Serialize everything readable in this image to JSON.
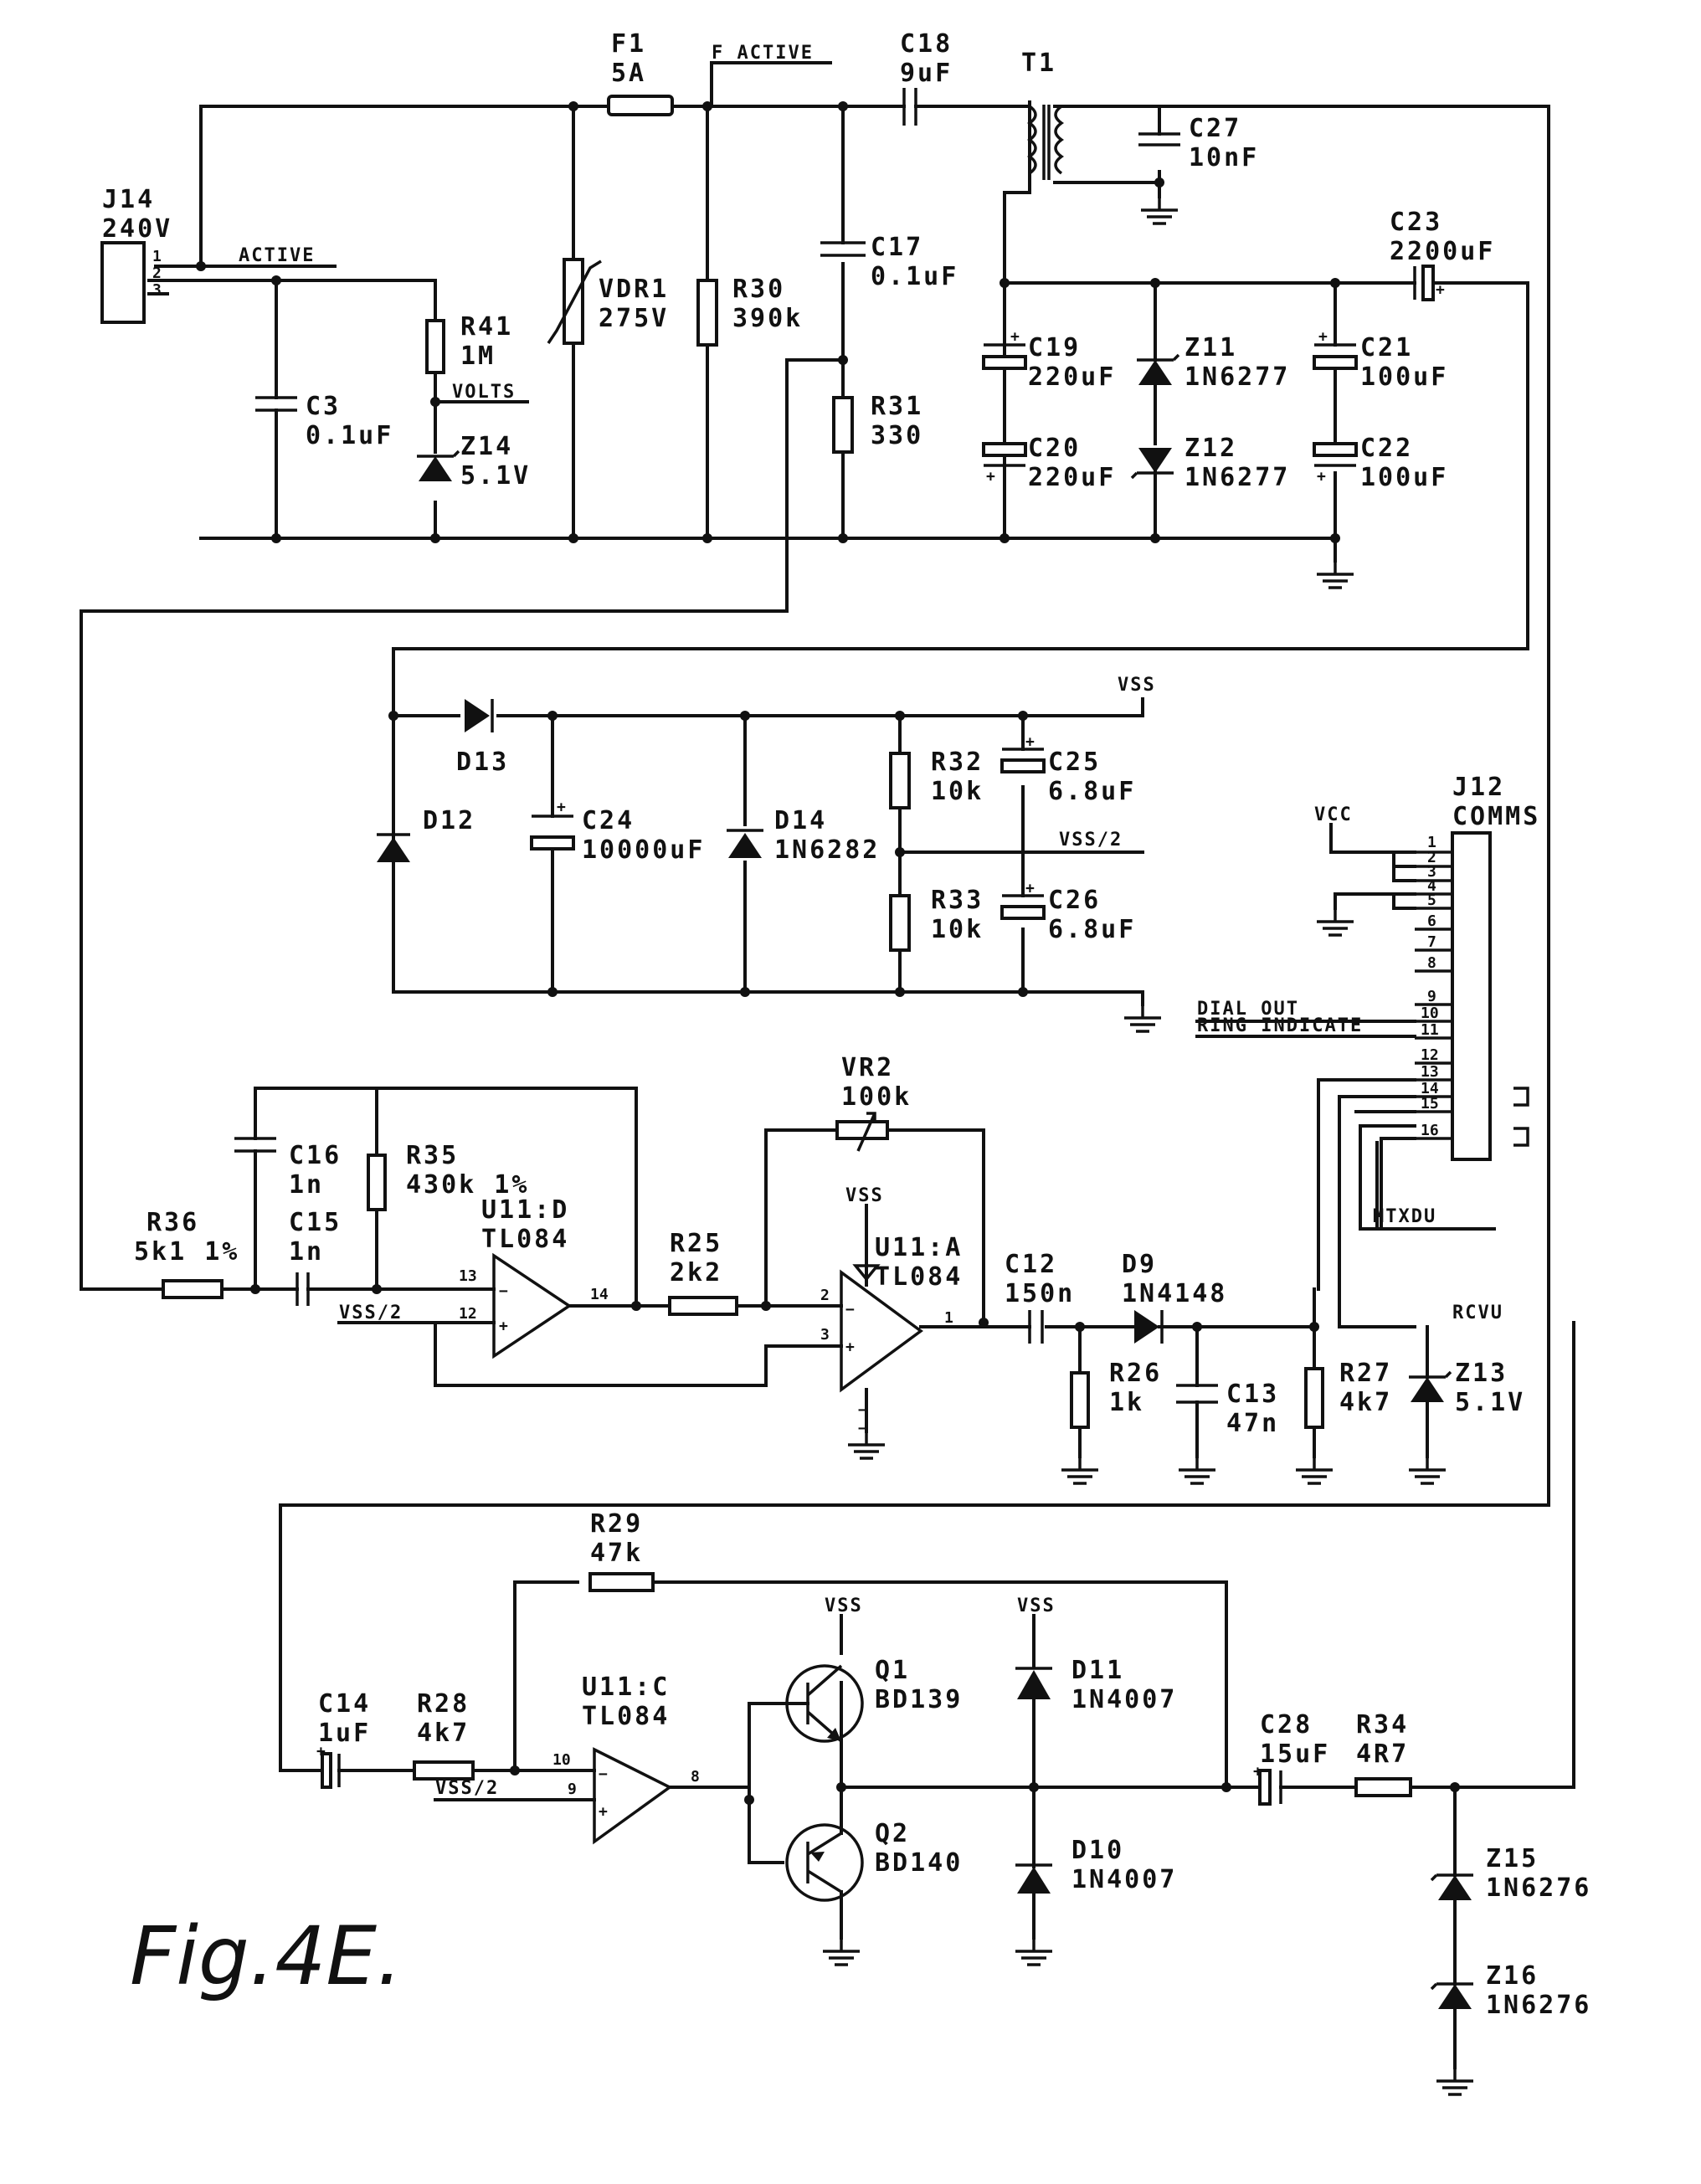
{
  "figure_caption": "Fig.4E.",
  "nets": {
    "active": "ACTIVE",
    "f_active": "F ACTIVE",
    "volts": "VOLTS",
    "vss": "VSS",
    "vss_half": "VSS/2",
    "vcc": "VCC",
    "dial_out": "DIAL OUT",
    "ring_indicate": "RING INDICATE",
    "mtxdu": "MTXDU",
    "rcvu": "RCVU"
  },
  "components": {
    "j14": {
      "ref": "J14",
      "value": "240V",
      "pins": [
        "1",
        "2",
        "3"
      ]
    },
    "f1": {
      "ref": "F1",
      "value": "5A"
    },
    "c18": {
      "ref": "C18",
      "value": "9uF"
    },
    "t1": {
      "ref": "T1"
    },
    "c27": {
      "ref": "C27",
      "value": "10nF"
    },
    "c23": {
      "ref": "C23",
      "value": "2200uF"
    },
    "r41": {
      "ref": "R41",
      "value": "1M"
    },
    "vdr1": {
      "ref": "VDR1",
      "value": "275V"
    },
    "r30": {
      "ref": "R30",
      "value": "390k"
    },
    "c17": {
      "ref": "C17",
      "value": "0.1uF"
    },
    "c3": {
      "ref": "C3",
      "value": "0.1uF"
    },
    "z14": {
      "ref": "Z14",
      "value": "5.1V"
    },
    "r31": {
      "ref": "R31",
      "value": "330"
    },
    "c19": {
      "ref": "C19",
      "value": "220uF"
    },
    "c20": {
      "ref": "C20",
      "value": "220uF"
    },
    "z11": {
      "ref": "Z11",
      "value": "1N6277"
    },
    "z12": {
      "ref": "Z12",
      "value": "1N6277"
    },
    "c21": {
      "ref": "C21",
      "value": "100uF"
    },
    "c22": {
      "ref": "C22",
      "value": "100uF"
    },
    "d13": {
      "ref": "D13"
    },
    "d12": {
      "ref": "D12"
    },
    "c24": {
      "ref": "C24",
      "value": "10000uF"
    },
    "d14": {
      "ref": "D14",
      "value": "1N6282"
    },
    "r32": {
      "ref": "R32",
      "value": "10k"
    },
    "r33": {
      "ref": "R33",
      "value": "10k"
    },
    "c25": {
      "ref": "C25",
      "value": "6.8uF"
    },
    "c26": {
      "ref": "C26",
      "value": "6.8uF"
    },
    "j12": {
      "ref": "J12",
      "value": "COMMS",
      "pins": [
        "1",
        "2",
        "3",
        "4",
        "5",
        "6",
        "7",
        "8",
        "9",
        "10",
        "11",
        "12",
        "13",
        "14",
        "15",
        "16"
      ]
    },
    "c16": {
      "ref": "C16",
      "value": "1n"
    },
    "r35": {
      "ref": "R35",
      "value": "430k 1%"
    },
    "u11d": {
      "ref": "U11:D",
      "value": "TL084",
      "pins": [
        "13",
        "12",
        "14"
      ]
    },
    "r36": {
      "ref": "R36",
      "value": "5k1 1%"
    },
    "c15": {
      "ref": "C15",
      "value": "1n"
    },
    "vr2": {
      "ref": "VR2",
      "value": "100k"
    },
    "r25": {
      "ref": "R25",
      "value": "2k2"
    },
    "u11a": {
      "ref": "U11:A",
      "value": "TL084",
      "pins": [
        "2",
        "3",
        "1"
      ]
    },
    "c12": {
      "ref": "C12",
      "value": "150n"
    },
    "d9": {
      "ref": "D9",
      "value": "1N4148"
    },
    "r26": {
      "ref": "R26",
      "value": "1k"
    },
    "c13": {
      "ref": "C13",
      "value": "47n"
    },
    "r27": {
      "ref": "R27",
      "value": "4k7"
    },
    "z13": {
      "ref": "Z13",
      "value": "5.1V"
    },
    "r29": {
      "ref": "R29",
      "value": "47k"
    },
    "c14": {
      "ref": "C14",
      "value": "1uF"
    },
    "r28": {
      "ref": "R28",
      "value": "4k7"
    },
    "u11c": {
      "ref": "U11:C",
      "value": "TL084",
      "pins": [
        "10",
        "9",
        "8"
      ]
    },
    "q1": {
      "ref": "Q1",
      "value": "BD139"
    },
    "q2": {
      "ref": "Q2",
      "value": "BD140"
    },
    "d11": {
      "ref": "D11",
      "value": "1N4007"
    },
    "d10": {
      "ref": "D10",
      "value": "1N4007"
    },
    "c28": {
      "ref": "C28",
      "value": "15uF"
    },
    "r34": {
      "ref": "R34",
      "value": "4R7"
    },
    "z15": {
      "ref": "Z15",
      "value": "1N6276"
    },
    "z16": {
      "ref": "Z16",
      "value": "1N6276"
    }
  }
}
